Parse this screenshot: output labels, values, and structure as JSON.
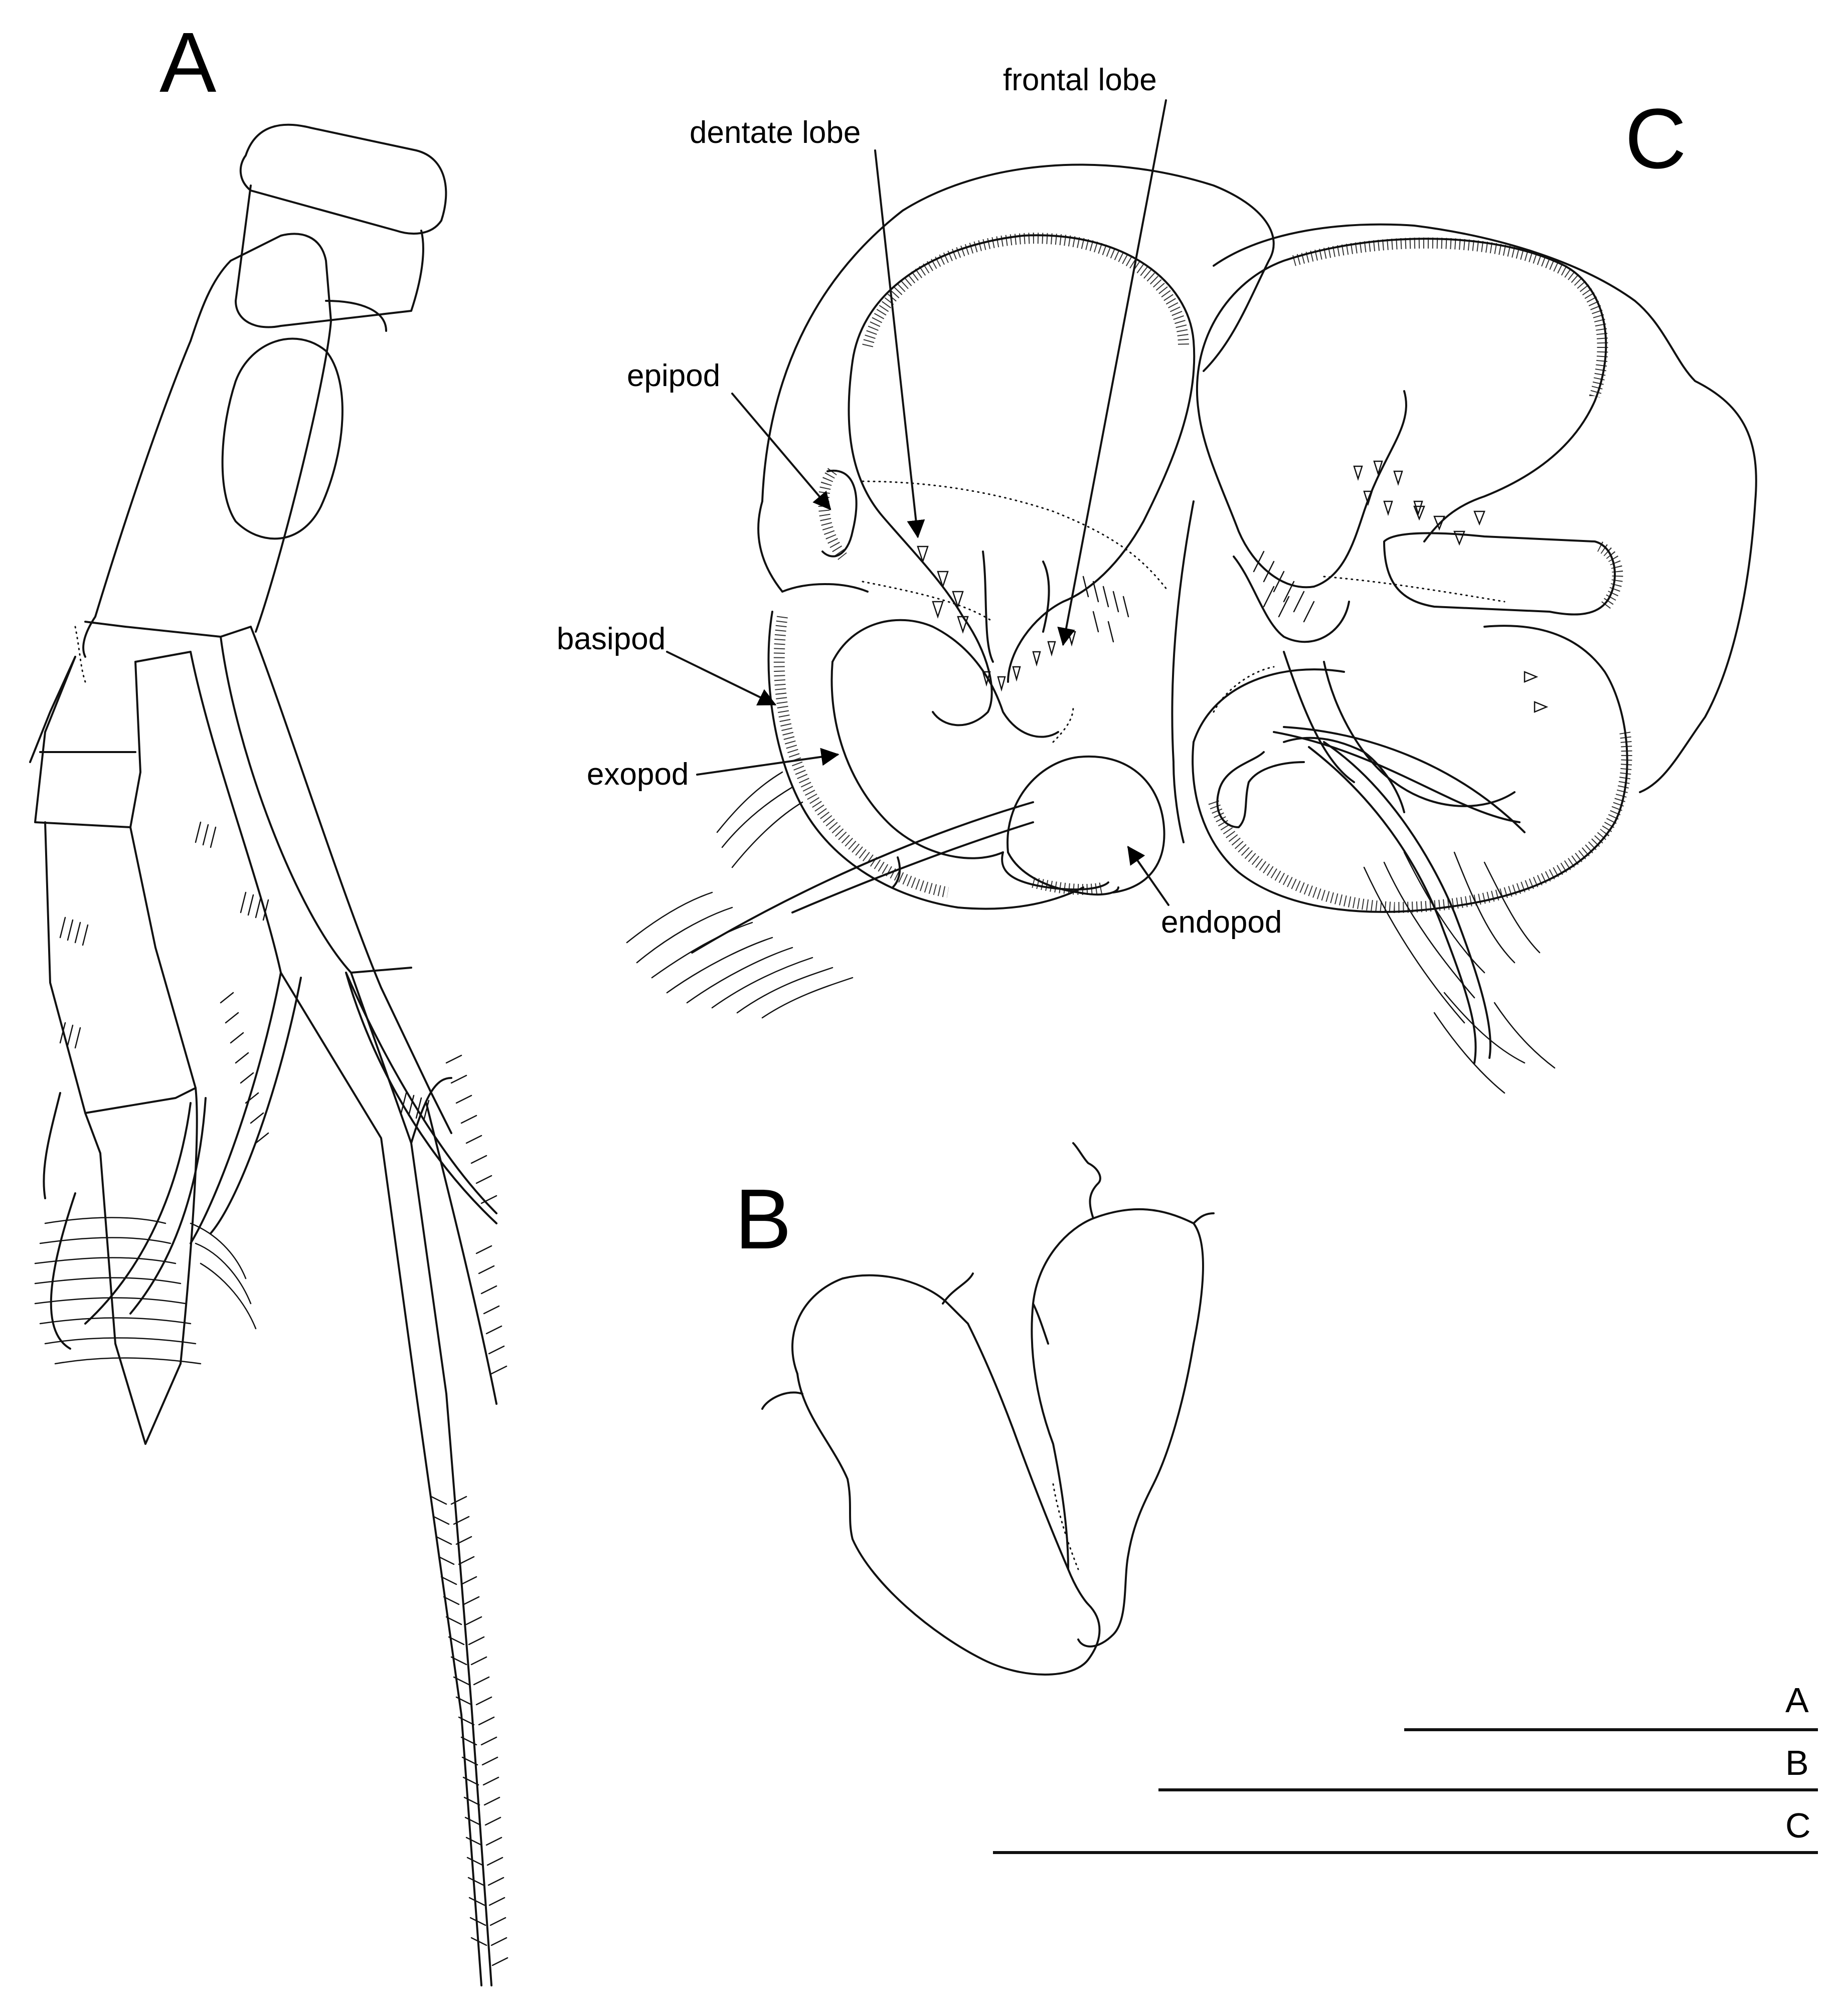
{
  "panels": {
    "a_letter": "A",
    "b_letter": "B",
    "c_letter": "C"
  },
  "labels": {
    "dentate_lobe": "dentate lobe",
    "frontal_lobe": "frontal lobe",
    "epipod": "epipod",
    "basipod": "basipod",
    "exopod": "exopod",
    "endopod": "endopod"
  },
  "scale_bars": {
    "a": "A",
    "b": "B",
    "c": "C"
  }
}
